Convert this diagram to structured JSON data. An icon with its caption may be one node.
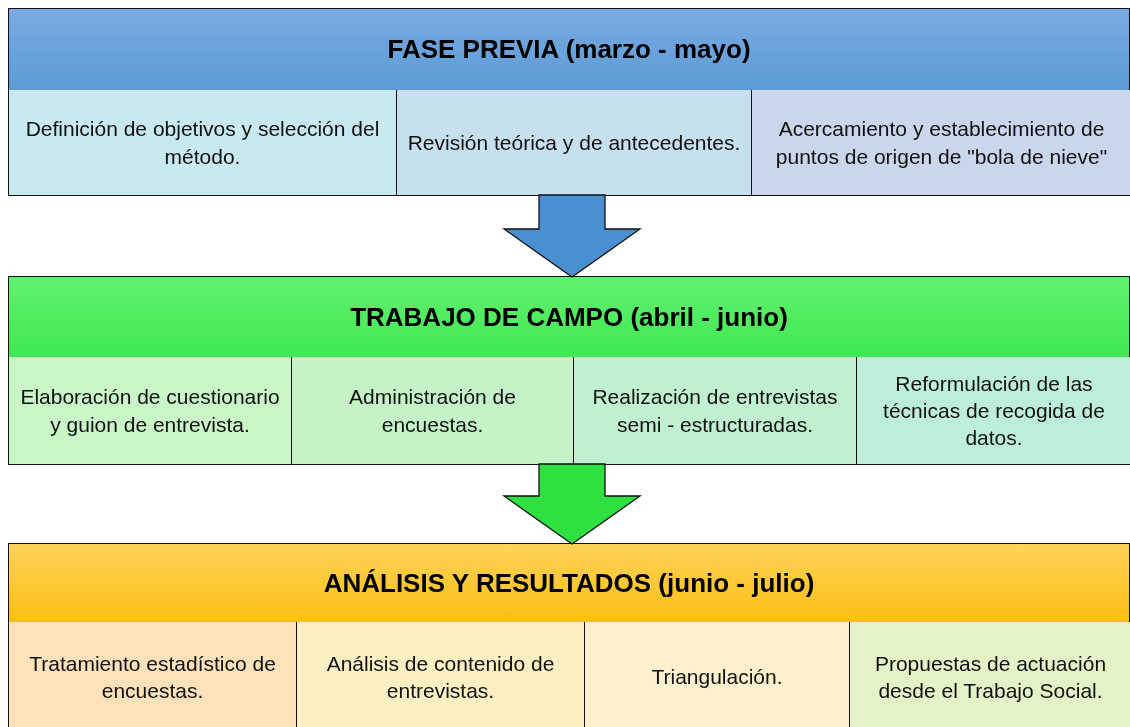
{
  "diagram": {
    "nodes": [
      {
        "text": [
          "FASE PREVIA (marzo - mayo)"
        ]
      },
      {
        "text": [
          "Definición de objetivos y selección del método."
        ],
        "in": 0
      },
      {
        "text": [
          "Revisión teórica y de antecedentes."
        ],
        "in": 0
      },
      {
        "text": [
          "Acercamiento y establecimiento de puntos de origen de \"bola de nieve\""
        ],
        "in": 0
      },
      {
        "text": [
          "TRABAJO DE CAMPO (abril - junio)"
        ]
      },
      {
        "text": [
          "Elaboración de cuestionario y guion de entrevista."
        ],
        "in": 4
      },
      {
        "text": [
          "Administración de encuestas."
        ],
        "in": 4
      },
      {
        "text": [
          "Realización de entrevistas semi - estructuradas."
        ],
        "in": 4
      },
      {
        "text": [
          "Reformulación de las técnicas de recogida de datos."
        ],
        "in": 4
      },
      {
        "text": [
          "ANÁLISIS Y RESULTADOS (junio - julio)"
        ]
      },
      {
        "text": [
          "Tratamiento estadístico de encuestas."
        ],
        "in": 9
      },
      {
        "text": [
          "Análisis de contenido de entrevistas."
        ],
        "in": 9
      },
      {
        "text": [
          "Triangulación."
        ],
        "in": 9
      },
      {
        "text": [
          "Propuestas de actuación desde el Trabajo Social."
        ],
        "in": 9
      }
    ],
    "edges": [
      {
        "from": 0,
        "to": 4,
        "arrow": "to",
        "color": "#4a8fd2"
      },
      {
        "from": 4,
        "to": 9,
        "arrow": "to",
        "color": "#2ee040"
      }
    ]
  }
}
